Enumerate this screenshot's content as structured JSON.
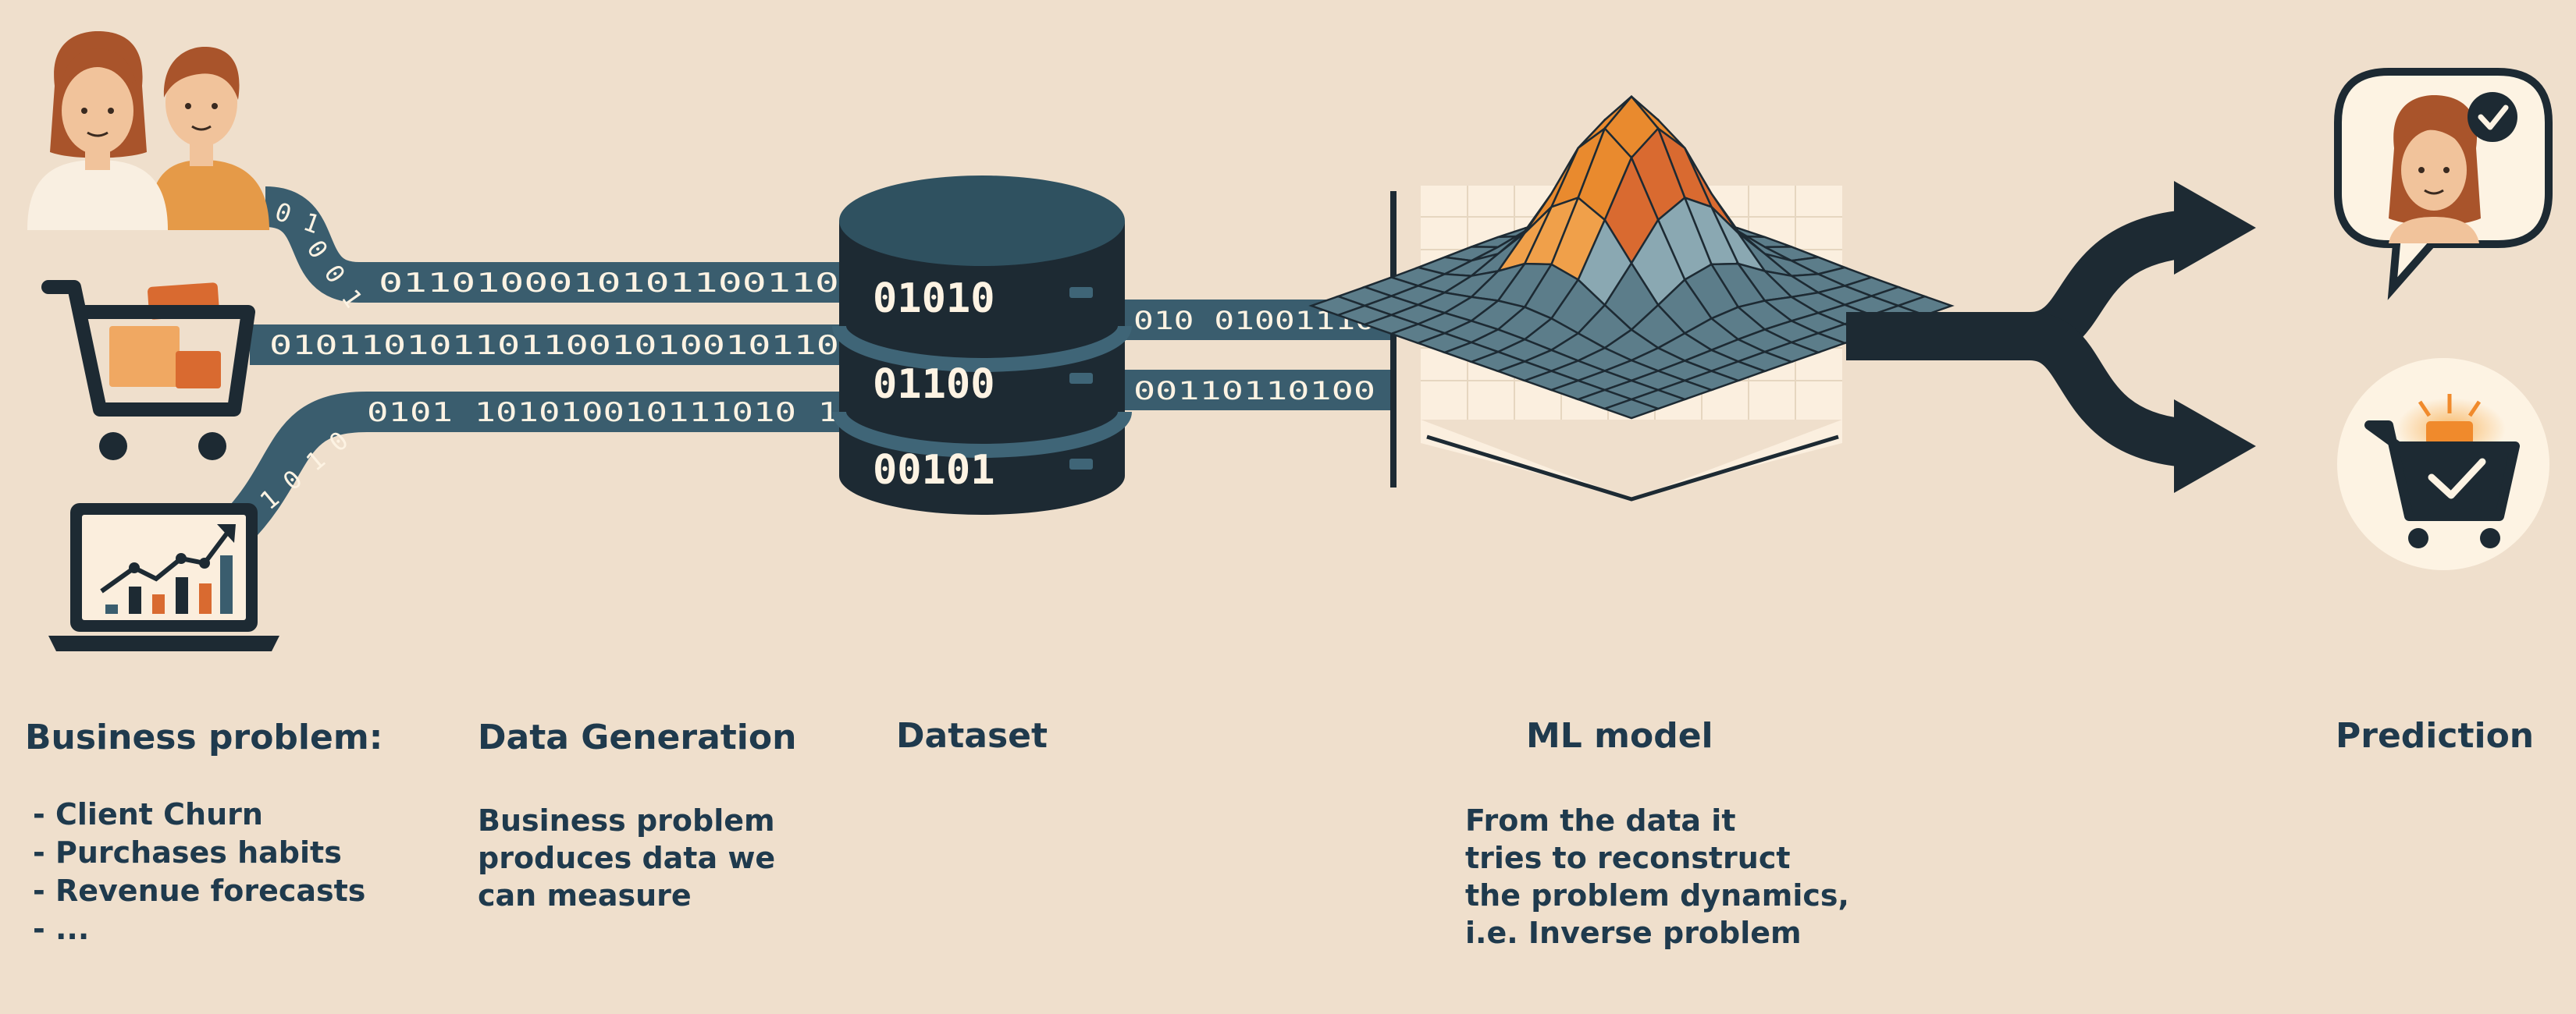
{
  "colors": {
    "background": "#efdfcc",
    "navy": "#1f3a4d",
    "dark": "#1d2a33",
    "stream": "#3a5d6e",
    "orange": "#e8a050",
    "deep_orange": "#d96a30",
    "cream": "#fdf3e3"
  },
  "icons": [
    "people-icon",
    "shopping-cart-icon",
    "laptop-chart-icon",
    "database-icon",
    "surface-plot-icon",
    "fork-arrow-icon",
    "person-check-bubble-icon",
    "cart-check-icon"
  ],
  "streams": {
    "top_lead": "0 1",
    "top_curve": "0 0 1",
    "top": "0110100010101100110",
    "middle": "0101101011011001010010110",
    "bottom_lead": "1 0 1 0",
    "bottom": "0101 101010010111010 1",
    "out_top": "010 01001110",
    "out_bottom": "00110110100"
  },
  "database": {
    "rows": [
      "01010",
      "01100",
      "00101"
    ]
  },
  "sections": {
    "business": {
      "title": "Business problem:",
      "items": [
        "- Client Churn",
        "- Purchases habits",
        "- Revenue forecasts",
        "- ..."
      ]
    },
    "generation": {
      "title": "Data Generation",
      "lines": [
        "Business problem",
        "produces data we",
        "can measure"
      ]
    },
    "dataset": {
      "title": "Dataset"
    },
    "model": {
      "title": "ML model",
      "lines": [
        "From the data it",
        "tries to reconstruct",
        "the problem dynamics,",
        "i.e. Inverse problem"
      ]
    },
    "prediction": {
      "title": "Prediction"
    }
  }
}
